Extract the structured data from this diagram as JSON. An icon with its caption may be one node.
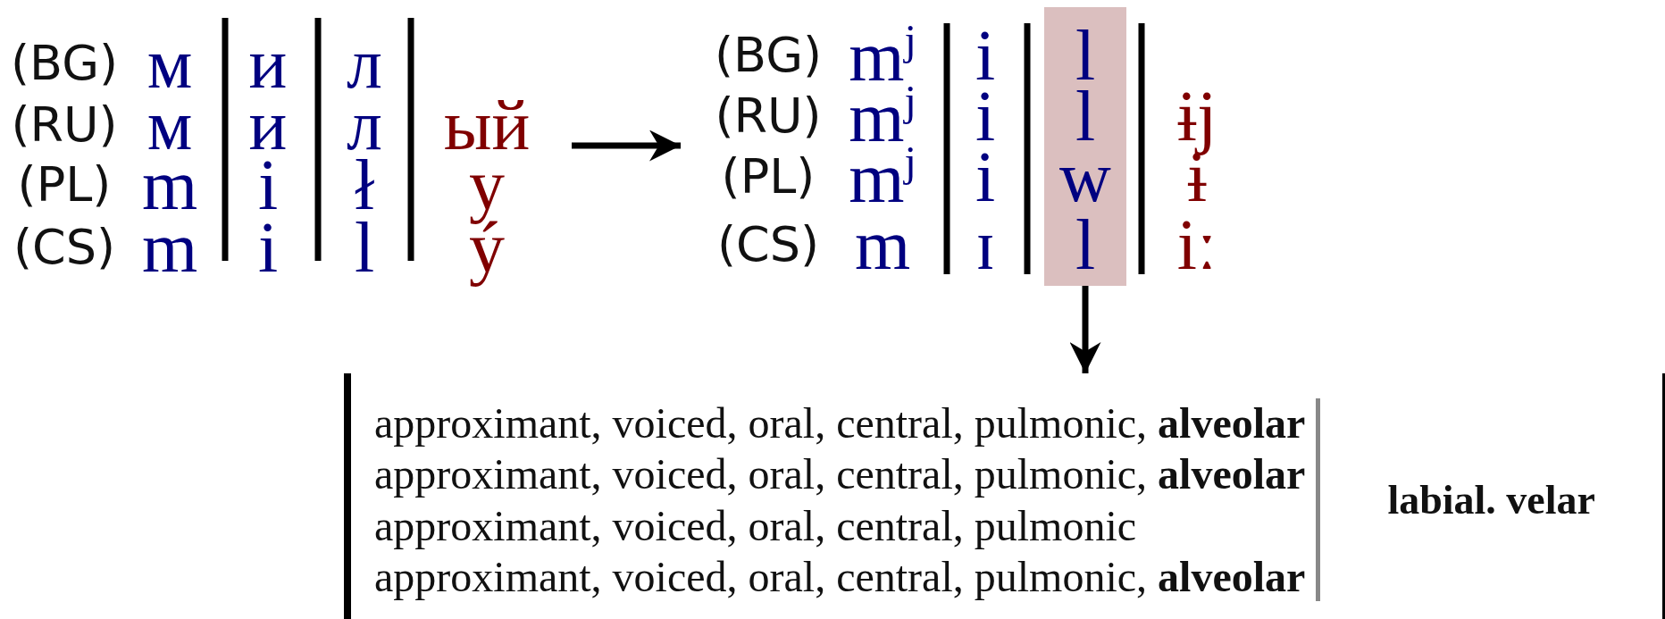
{
  "diagram": {
    "nodes": [
      {
        "text": [
          "(BG)",
          "м",
          "и",
          "л",
          "(RU)",
          "м",
          "и",
          "л",
          "ый",
          "(PL)",
          "m",
          "i",
          "ł",
          "y",
          "(CS)",
          "m",
          "i",
          "l",
          "ý"
        ]
      },
      {
        "text": [
          "(BG)",
          "m$^{j}$",
          "i",
          "(RU)",
          "m$^{j}$",
          "i",
          "ɨj",
          "(PL)",
          "m$^{j}$",
          "i",
          "ɨ",
          "(CS)",
          "m",
          "ɪ",
          "iː"
        ]
      },
      {
        "text": [
          "l",
          "l",
          "w",
          "l"
        ],
        "in": 1
      },
      {
        "text": [
          "approximant, voiced, oral, central, pulmonic, **alveolar**",
          "approximant, voiced, oral, central, pulmonic, **alveolar**",
          "approximant, voiced, oral, central, pulmonic",
          "approximant, voiced, oral, central, pulmonic, **alveolar**",
          "labial. velar"
        ]
      }
    ],
    "edges": [
      {
        "from": 0,
        "to": 1,
        "arrow": "to"
      },
      {
        "from": 2,
        "to": 3,
        "arrow": "to"
      }
    ]
  }
}
